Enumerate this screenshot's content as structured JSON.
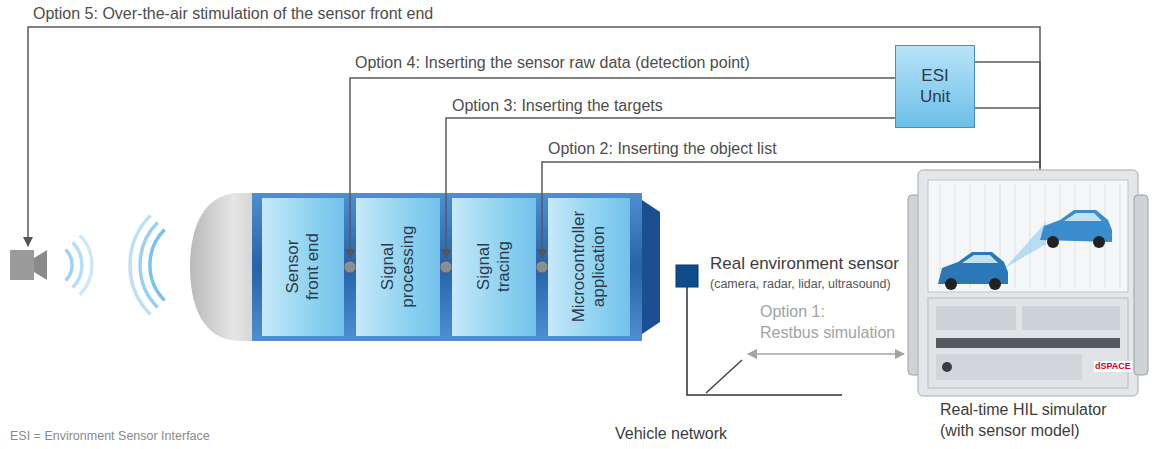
{
  "diagram": {
    "nodes": [
      {
        "text": [
          "ESI Unit"
        ]
      },
      {
        "text": [
          "Sensor front end"
        ]
      },
      {
        "text": [
          "Signal processing"
        ]
      },
      {
        "text": [
          "Signal tracing"
        ]
      },
      {
        "text": [
          "Microcontroller application"
        ]
      },
      {
        "text": [
          "Real-time HIL simulator (with sensor model)"
        ]
      }
    ],
    "edges": [
      {
        "from": 5,
        "to": 4,
        "arrow": "to",
        "label": "Option 2: Inserting the object list"
      },
      {
        "from": 0,
        "to": 3,
        "arrow": "to",
        "label": "Option 3: Inserting the targets"
      },
      {
        "from": 0,
        "to": 2,
        "arrow": "to",
        "label": "Option 4: Inserting the sensor raw data (detection point)"
      },
      {
        "from": 5,
        "to": 0,
        "arrow": "none"
      },
      {
        "from": 5,
        "to": 0,
        "arrow": "none"
      }
    ],
    "labels": [
      "Option 5: Over-the-air stimulation of the sensor front end",
      "Real environment sensor",
      "(camera, radar, lidar, ultrasound)",
      "Option 1: Restbus simulation",
      "Vehicle network",
      "ESI = Environment Sensor Interface",
      "dSPACE"
    ]
  }
}
